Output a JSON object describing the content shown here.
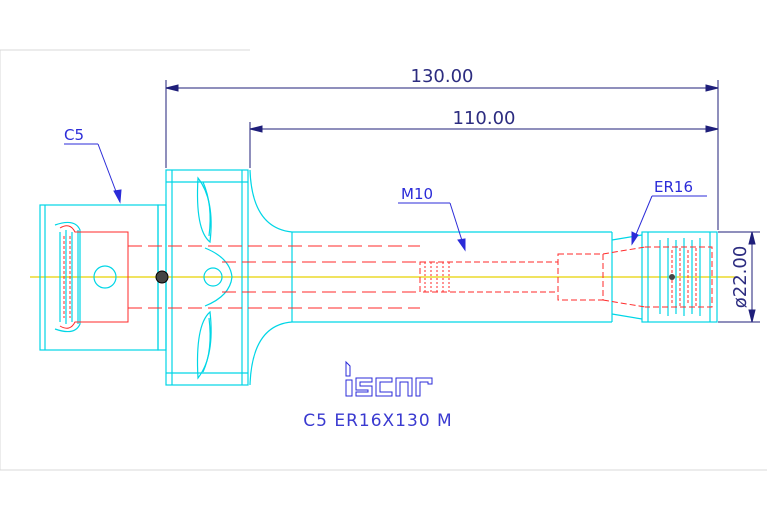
{
  "dimensions": {
    "overall_length": "130.00",
    "gauge_length": "110.00",
    "diameter": "ø22.00"
  },
  "labels": {
    "shank": "C5",
    "thread": "M10",
    "collet": "ER16"
  },
  "brand": "iscar",
  "caption": "C5 ER16X130 M",
  "colors": {
    "outline": "#00d6e6",
    "hidden": "#ff2a2a",
    "dimension": "#1f1f7a",
    "leader": "#2b2bd8",
    "centerline": "#e6d200"
  }
}
